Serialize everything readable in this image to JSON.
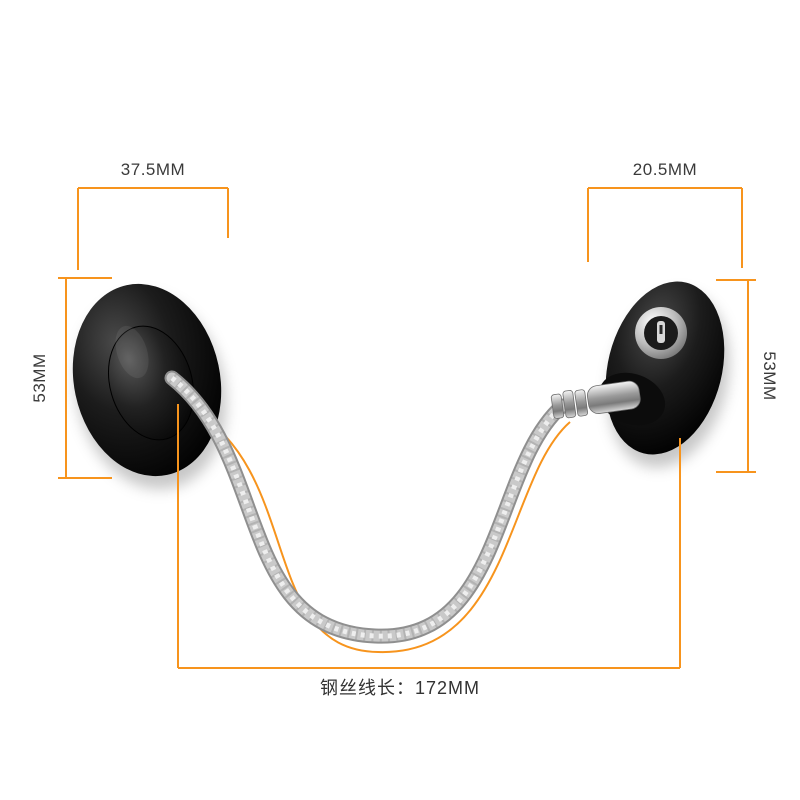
{
  "page": {
    "title": "Refrigerator cable lock dimension diagram"
  },
  "labels": {
    "left_width": "37.5MM",
    "right_width": "20.5MM",
    "left_height": "53MM",
    "right_height": "53MM",
    "cable_length": "钢丝线长：172MM"
  },
  "colors": {
    "dimension": "#f7941d",
    "background": "#ffffff",
    "lock_body": "#111111",
    "cable_silver": "#c9c9c9",
    "label_text": "#3a3a3a"
  }
}
